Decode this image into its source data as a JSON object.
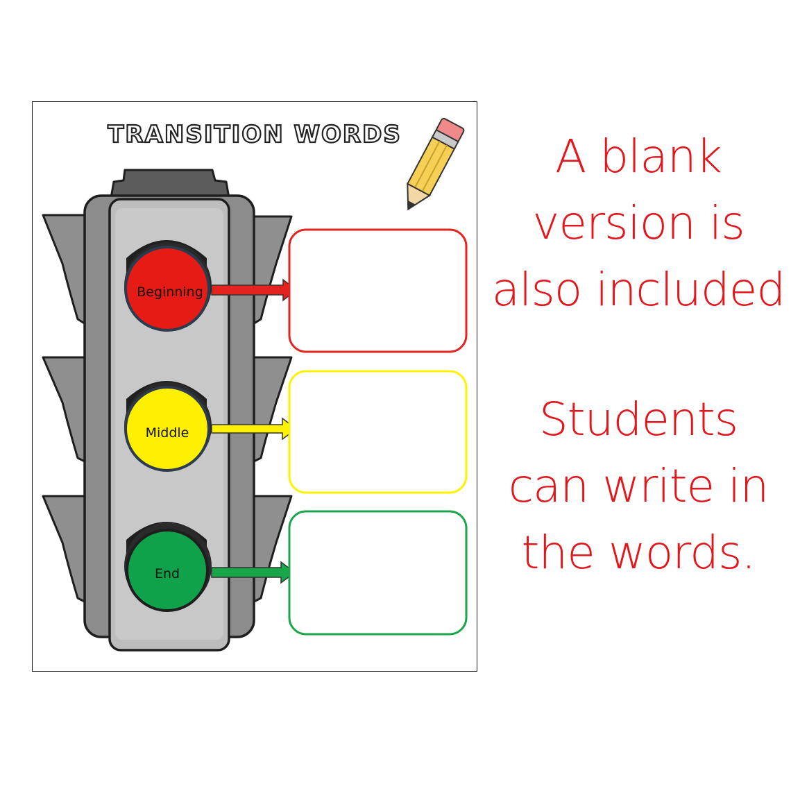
{
  "worksheet": {
    "title": "TRANSITION WORDS",
    "lights": [
      {
        "label": "Beginning",
        "color": "#e61b16",
        "box_color": "#e4231f",
        "arrow_color": "#e4231f"
      },
      {
        "label": "Middle",
        "color": "#ffef00",
        "box_color": "#fff200",
        "arrow_color": "#fff200"
      },
      {
        "label": "End",
        "color": "#0fa24a",
        "box_color": "#19a54a",
        "arrow_color": "#19a54a"
      }
    ],
    "decoration_icon": "pencil-icon"
  },
  "caption": {
    "color": "#e3161b",
    "lines_1": [
      "A blank",
      "version is",
      "also included"
    ],
    "lines_2": [
      "Students",
      "can write in",
      "the words."
    ]
  }
}
